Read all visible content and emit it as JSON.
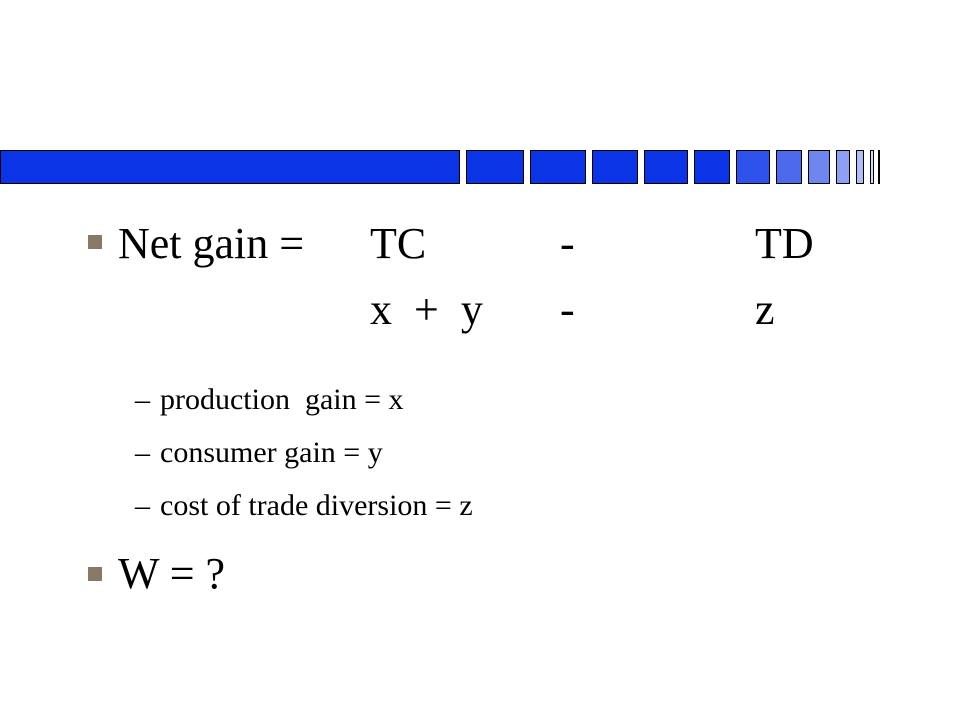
{
  "colors": {
    "bar_primary": "#0b34e6",
    "bar_light": "#6f86f0",
    "bullet": "#8a7866"
  },
  "bullet1": {
    "label": "Net gain =",
    "col_a_row1": "TC",
    "col_b_row1": "-",
    "col_c_row1": "TD",
    "col_a_row2": "x  +  y",
    "col_b_row2": "-",
    "col_c_row2": "z"
  },
  "subitems": [
    {
      "dash": "–",
      "text": "production  gain = x"
    },
    {
      "dash": "–",
      "text": "consumer gain = y"
    },
    {
      "dash": "–",
      "text": "cost of trade diversion = z"
    }
  ],
  "bullet2": {
    "label": "W = ?"
  }
}
